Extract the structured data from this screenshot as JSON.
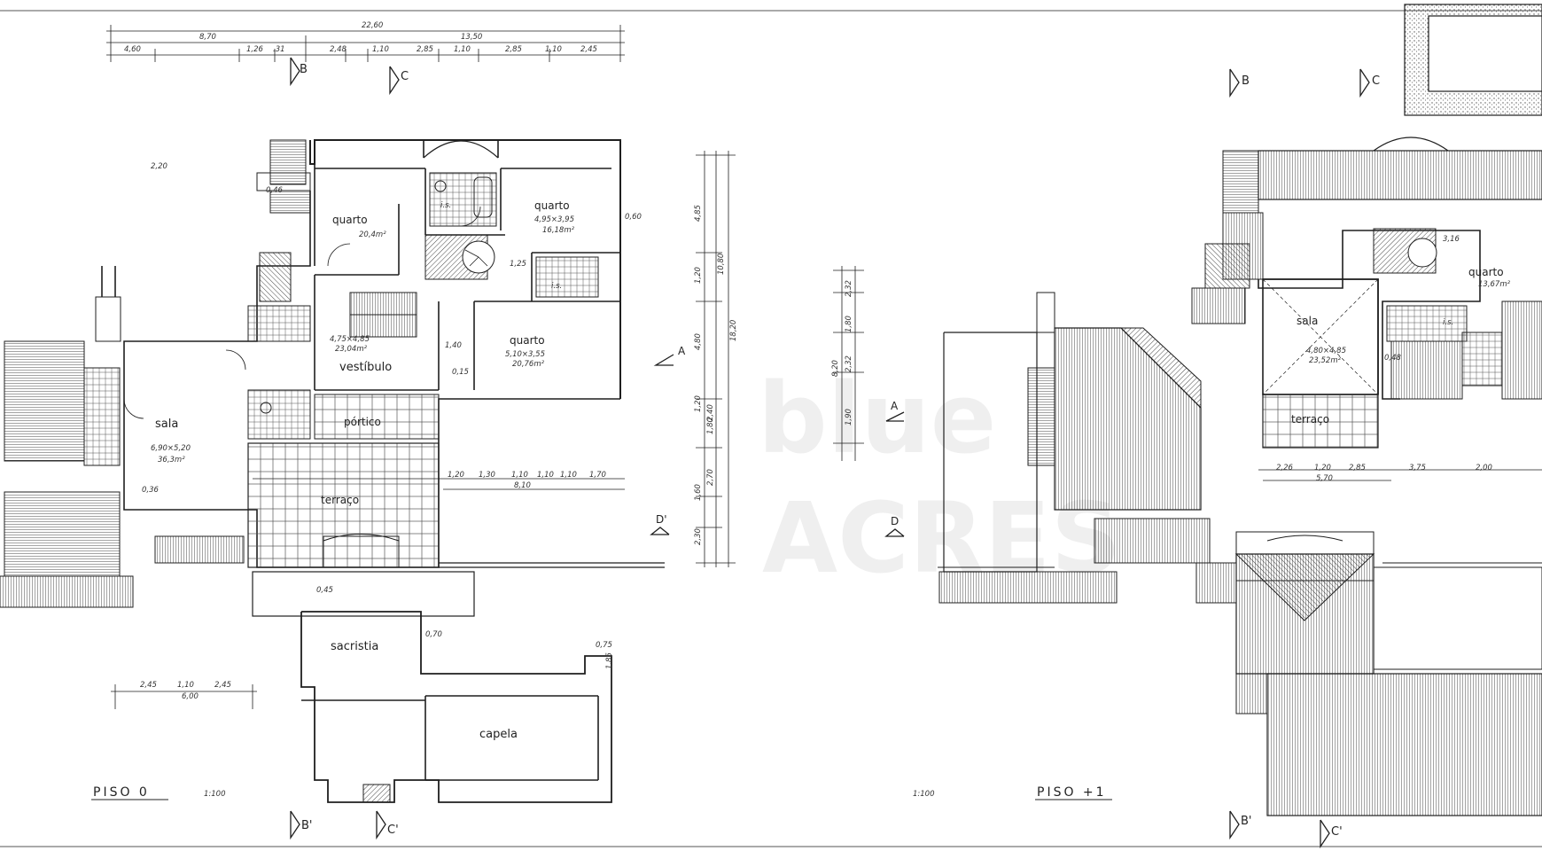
{
  "floors": {
    "ground": {
      "title": "PISO 0",
      "scale_note": "1:100"
    },
    "upper": {
      "title": "PISO +1",
      "scale_note": "1:100"
    }
  },
  "rooms_ground": {
    "quarto_a": {
      "name": "quarto",
      "area": "20,4m²"
    },
    "quarto_b": {
      "name": "quarto",
      "size": "4,95×3,95",
      "area": "16,18m²"
    },
    "quarto_c": {
      "name": "quarto",
      "size": "5,10×3,55",
      "area": "20,76m²"
    },
    "vestibulo": {
      "name": "vestíbulo",
      "size": "4,75×4,85",
      "area": "23,04m²"
    },
    "sala": {
      "name": "sala",
      "size": "6,90×5,20",
      "area": "36,3m²"
    },
    "portico": {
      "name": "pórtico"
    },
    "terraco": {
      "name": "terraço"
    },
    "sacristia": {
      "name": "sacristia"
    },
    "capela": {
      "name": "capela"
    },
    "wc1": {
      "name": "i.s."
    },
    "wc2": {
      "name": "i.s."
    }
  },
  "rooms_upper": {
    "sala": {
      "name": "sala",
      "size": "4,80×4,85",
      "area": "23,52m²"
    },
    "quarto": {
      "name": "quarto",
      "area": "13,67m²"
    },
    "terraco": {
      "name": "terraço"
    },
    "wc": {
      "name": "i.s."
    }
  },
  "section_markers": {
    "a": "A",
    "b": "B",
    "c": "C",
    "d": "D",
    "b2": "B'",
    "c2": "C'",
    "d2": "D'"
  },
  "dimensions_ground": {
    "top_total": "22,60",
    "top_left": "8,70",
    "top_right": "13,50",
    "top_segments": [
      "4,60",
      "1,26",
      ".31",
      "2,48",
      "1,10",
      "2,85",
      "1,10",
      "2,85",
      "1,10",
      "2,45"
    ],
    "right_total": "18,20",
    "right_upper": "10,80",
    "right_segments": [
      "4,85",
      "1,20",
      "4,80",
      "1,20",
      "1,80",
      "2,40",
      "1,60",
      "2,70",
      "2,30"
    ],
    "terrace_segments": [
      "1,20",
      "1,30",
      "1,10",
      "1,10",
      "1,10",
      "1,70"
    ],
    "terrace_total": "8,10",
    "chapel_segments": [
      "2,45",
      "1,10",
      "2,45"
    ],
    "chapel_total": "6,00",
    "misc": [
      "0,46",
      "0,60",
      "0,70",
      "0,45",
      "1,40",
      "0,15",
      "0,75",
      "1,25",
      "2,20",
      "0,36",
      "1,85"
    ]
  },
  "dimensions_upper": {
    "left_total": "8,20",
    "left_segments": [
      "2,32",
      "1,80",
      "2,32",
      "1,90"
    ],
    "bottom_segments": [
      "2,26",
      "1,20",
      "2,85",
      "3,75",
      "2,00"
    ],
    "bottom_total": "5,70",
    "misc": [
      "3,16",
      "0,48"
    ]
  },
  "watermark": {
    "line1": "blue",
    "line2": "ACRES"
  },
  "colors": {
    "ink": "#1f1f1f",
    "paper": "#ffffff",
    "hatch": "#3a3a3a"
  }
}
